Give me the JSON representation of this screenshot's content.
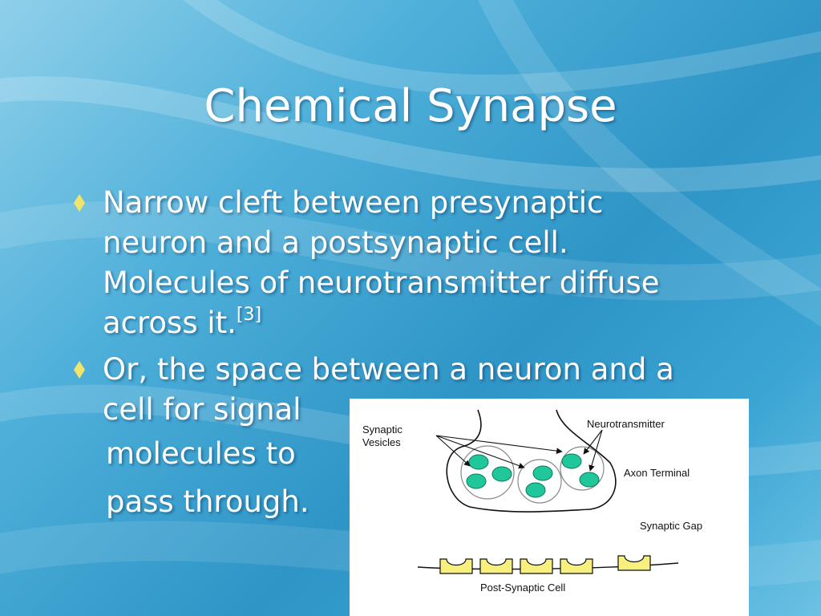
{
  "slide": {
    "title": "Chemical Synapse",
    "bullet1": {
      "lines": [
        "Narrow cleft between presynaptic",
        "neuron and a postsynaptic cell.",
        "Molecules of neurotransmitter diffuse",
        "across it."
      ],
      "citation": "[3]"
    },
    "bullet2": {
      "lines": [
        "Or, the space between a neuron and a",
        "cell for signal"
      ],
      "continuation": [
        "molecules to",
        "pass through."
      ]
    }
  },
  "figure": {
    "labels": {
      "synaptic_vesicles_line1": "Synaptic",
      "synaptic_vesicles_line2": "Vesicles",
      "neurotransmitter": "Neurotransmitter",
      "axon_terminal": "Axon Terminal",
      "synaptic_gap": "Synaptic Gap",
      "post_synaptic_cell": "Post-Synaptic Cell"
    }
  },
  "colors": {
    "bullet_diamond": "#f2e36a",
    "neurotransmitter_fill": "#1fc79a",
    "receptor_fill": "#f7ef7e"
  }
}
